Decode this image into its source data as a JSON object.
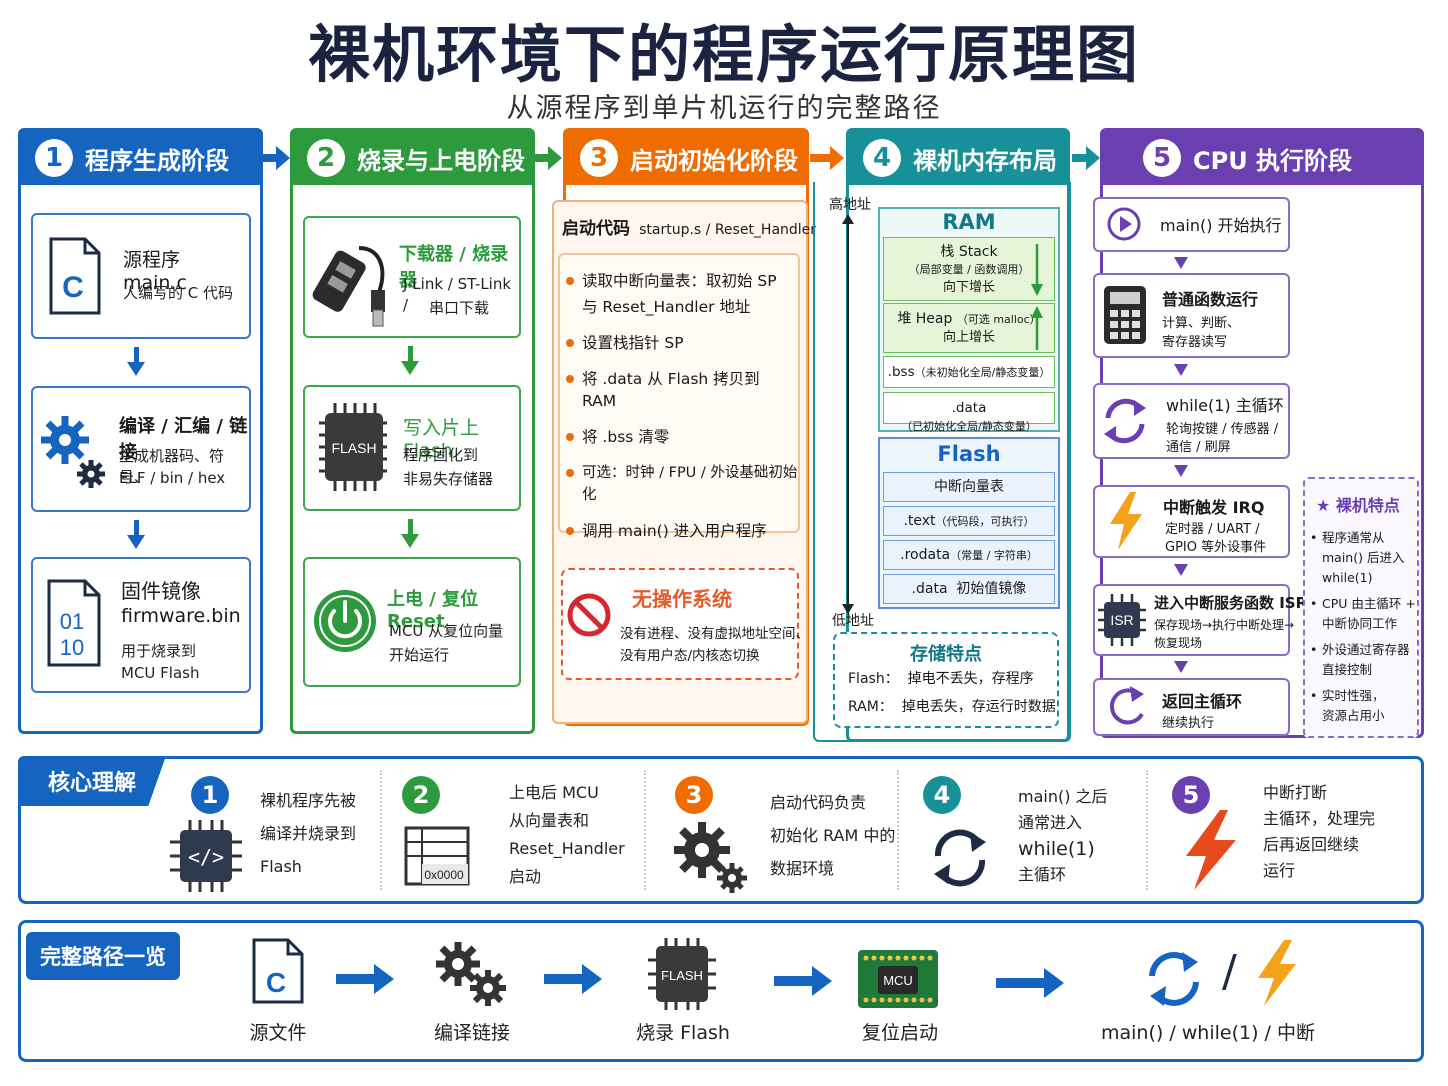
{
  "title": "裸机环境下的程序运行原理图",
  "subtitle": "从源程序到单片机运行的完整路径",
  "colors": {
    "blue": "#1565c0",
    "green": "#2e9a3e",
    "orange": "#ef6c00",
    "teal": "#17909a",
    "purple": "#6a3fb0"
  },
  "stage1": {
    "num": "1",
    "title": "程序生成阶段",
    "cards": [
      {
        "icon": "c-file-icon",
        "icon_text": "C",
        "title": "源程序 main.c",
        "text": "人编写的 C 代码"
      },
      {
        "icon": "gears-icon",
        "title": "编译 / 汇编 / 链接",
        "text1": "生成机器码、符号、",
        "text2": "ELF / bin / hex"
      },
      {
        "icon": "binary-file-icon",
        "icon_text1": "01",
        "icon_text2": "10",
        "title1": "固件镜像",
        "title2": "firmware.bin",
        "text1": "用于烧录到",
        "text2": "MCU Flash"
      }
    ]
  },
  "stage2": {
    "num": "2",
    "title": "烧录与上电阶段",
    "cards": [
      {
        "icon": "usb-downloader-icon",
        "title": "下载器 / 烧录器",
        "text1": "J-Link / ST-Link /",
        "text2": "串口下载"
      },
      {
        "icon": "flash-chip-icon",
        "icon_text": "FLASH",
        "title": "写入片上 Flash",
        "text1": "程序固化到",
        "text2": "非易失存储器"
      },
      {
        "icon": "power-icon",
        "title": "上电 / 复位 Reset",
        "text1": "MCU 从复位向量",
        "text2": "开始运行"
      }
    ]
  },
  "stage3": {
    "num": "3",
    "title": "启动初始化阶段",
    "startup_title": "启动代码",
    "startup_file": "startup.s / Reset_Handler",
    "steps": [
      "读取中断向量表：取初始 SP",
      "与 Reset_Handler 地址",
      "设置栈指针 SP",
      "将 .data 从 Flash 拷贝到 RAM",
      "将 .bss 清零",
      "可选：时钟 / FPU / 外设基础初始化",
      "调用 main() 进入用户程序"
    ],
    "no_os_title": "无操作系统",
    "no_os_text1": "没有进程、没有虚拟地址空间、",
    "no_os_text2": "没有用户态/内核态切换"
  },
  "stage4": {
    "num": "4",
    "title": "裸机内存布局",
    "high_addr": "高地址",
    "low_addr": "低地址",
    "ram_title": "RAM",
    "stack_title": "栈 Stack",
    "stack_sub": "（局部变量 / 函数调用）",
    "stack_dir": "向下增长",
    "heap_title": "堆 Heap",
    "heap_sub": "（可选 malloc）",
    "heap_dir": "向上增长",
    "bss": ".bss",
    "bss_sub": "（未初始化全局/静态变量）",
    "data": ".data",
    "data_sub": "（已初始化全局/静态变量）",
    "flash_title": "Flash",
    "vector": "中断向量表",
    "text": ".text",
    "text_sub": "（代码段，可执行）",
    "rodata": ".rodata",
    "rodata_sub": "（常量 / 字符串）",
    "data_img": ".data  初始值镜像",
    "storage_title": "存储特点",
    "storage_flash": "Flash：  掉电不丢失，存程序",
    "storage_ram": "RAM：  掉电丢失，存运行时数据"
  },
  "stage5": {
    "num": "5",
    "title": "CPU 执行阶段",
    "steps": [
      {
        "icon": "play-icon",
        "title": "main() 开始执行"
      },
      {
        "icon": "calculator-icon",
        "title": "普通函数运行",
        "text1": "计算、判断、",
        "text2": "寄存器读写"
      },
      {
        "icon": "loop-icon",
        "title": "while(1) 主循环",
        "text1": "轮询按键 / 传感器 /",
        "text2": "通信 / 刷屏"
      },
      {
        "icon": "lightning-icon",
        "title": "中断触发 IRQ",
        "text1": "定时器 / UART /",
        "text2": "GPIO 等外设事件"
      },
      {
        "icon": "isr-chip-icon",
        "icon_text": "ISR",
        "title": "进入中断服务函数 ISR",
        "text1": "保存现场→执行中断处理→",
        "text2": "恢复现场"
      },
      {
        "icon": "return-loop-icon",
        "title": "返回主循环",
        "text1": "继续执行"
      }
    ],
    "features_title": "裸机特点",
    "features": [
      {
        "l1": "程序通常从",
        "l2": "main() 后进入",
        "l3": "while(1)"
      },
      {
        "l1": "CPU 由主循环 +",
        "l2": "中断协同工作",
        "l3": ""
      },
      {
        "l1": "外设通过寄存器",
        "l2": "直接控制",
        "l3": ""
      },
      {
        "l1": "实时性强，",
        "l2": "资源占用小",
        "l3": ""
      }
    ]
  },
  "core": {
    "label": "核心理解",
    "items": [
      {
        "num": "1",
        "icon": "code-chip-icon",
        "l1": "裸机程序先被",
        "l2": "编译并烧录到",
        "l3": "Flash",
        "l4": ""
      },
      {
        "num": "2",
        "icon": "memory-table-icon",
        "icon_text": "0x0000",
        "l1": "上电后 MCU",
        "l2": "从向量表和",
        "l3": "Reset_Handler",
        "l4": "启动"
      },
      {
        "num": "3",
        "icon": "gears-icon",
        "l1": "启动代码负责",
        "l2": "初始化 RAM 中的",
        "l3": "数据环境",
        "l4": ""
      },
      {
        "num": "4",
        "icon": "loop-icon",
        "l1": "main() 之后",
        "l2": "通常进入",
        "l3": "while(1)",
        "l4": "主循环"
      },
      {
        "num": "5",
        "icon": "lightning-icon",
        "l1": "中断打断",
        "l2": "主循环，处理完",
        "l3": "后再返回继续",
        "l4": "运行"
      }
    ]
  },
  "path": {
    "label": "完整路径一览",
    "steps": [
      {
        "icon": "c-file-icon",
        "icon_text": "C",
        "label": "源文件"
      },
      {
        "icon": "gears-icon",
        "label": "编译链接"
      },
      {
        "icon": "flash-chip-icon",
        "icon_text": "FLASH",
        "label": "烧录 Flash"
      },
      {
        "icon": "mcu-board-icon",
        "icon_text": "MCU",
        "label": "复位启动"
      },
      {
        "icon": "loop-lightning-icon",
        "label": "main() / while(1) / 中断",
        "sep": "/"
      }
    ]
  }
}
